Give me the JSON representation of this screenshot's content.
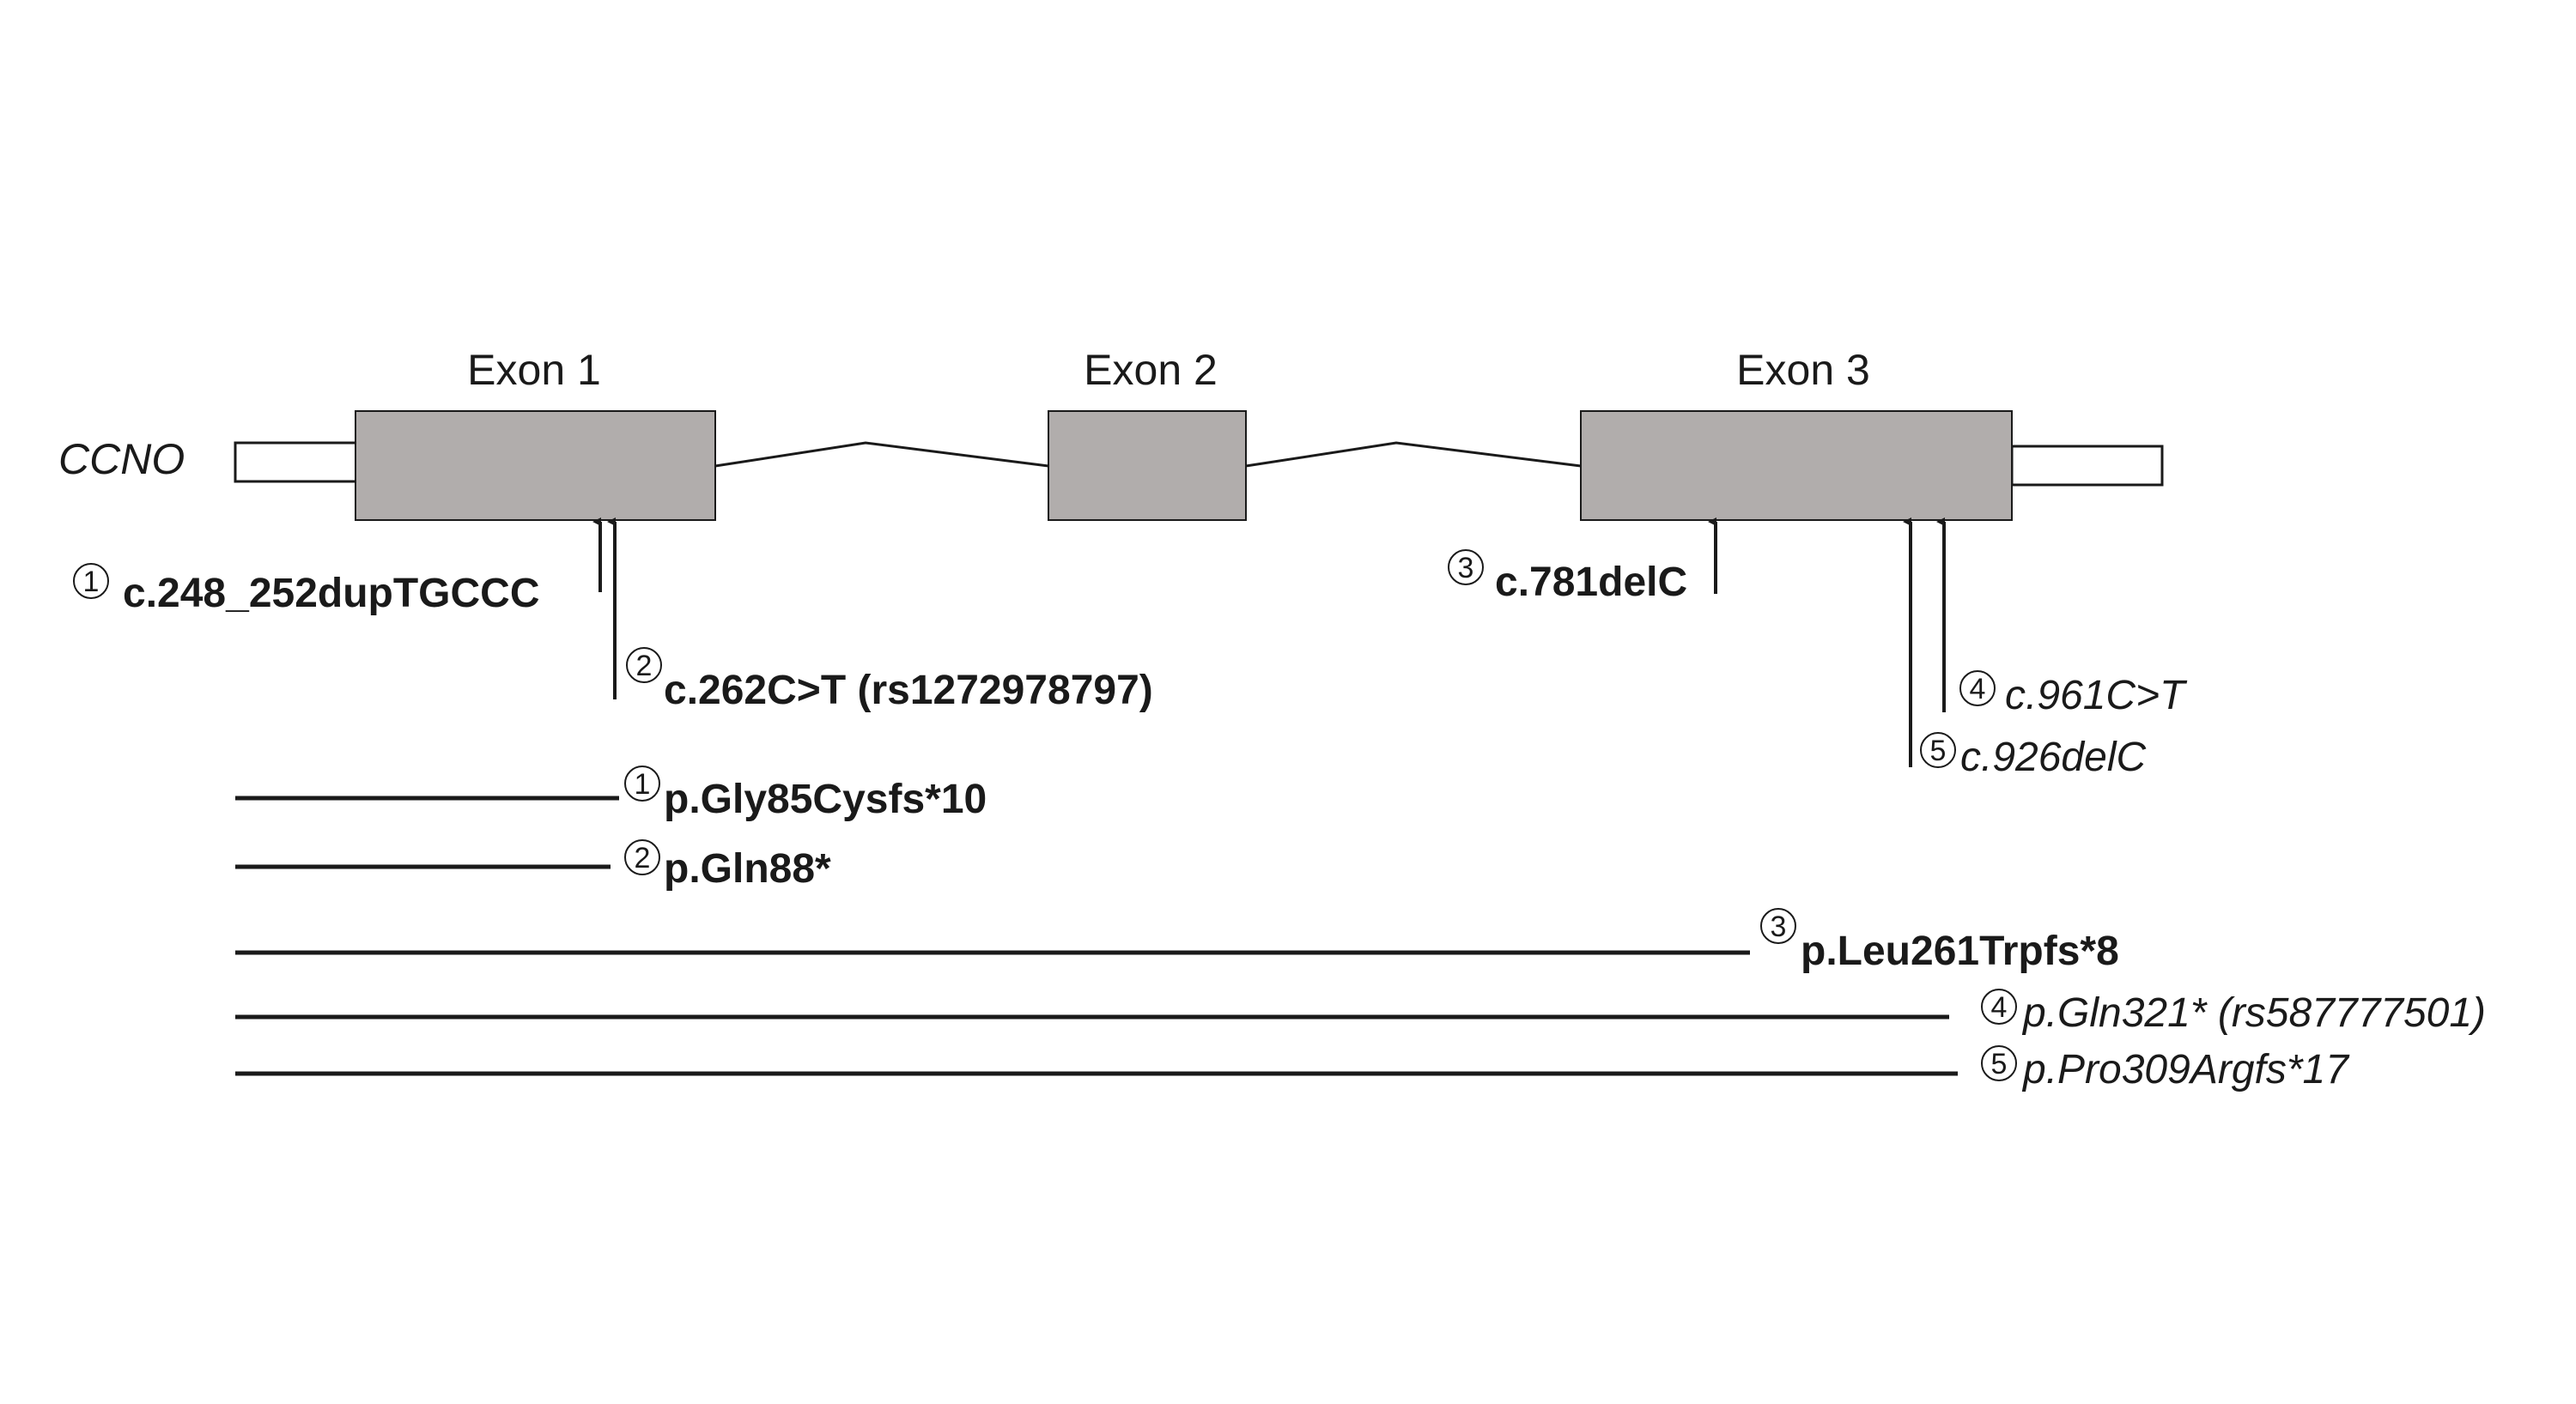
{
  "gene": {
    "name": "CCNO",
    "exon_labels": [
      "Exon 1",
      "Exon 2",
      "Exon 3"
    ]
  },
  "colors": {
    "exon_fill": "#b1adac",
    "line": "#1a1a1a",
    "utr_fill": "#ffffff"
  },
  "cdna_variants": [
    {
      "num": "1",
      "label": "c.248_252dupTGCCC",
      "style": "bold"
    },
    {
      "num": "2",
      "label": "c.262C>T (rs1272978797)",
      "style": "bold"
    },
    {
      "num": "3",
      "label": "c.781delC",
      "style": "bold"
    },
    {
      "num": "4",
      "label": "c.961C>T",
      "style": "italic"
    },
    {
      "num": "5",
      "label": "c.926delC",
      "style": "italic"
    }
  ],
  "protein_variants": [
    {
      "num": "1",
      "label": "p.Gly85Cysfs*10",
      "style": "bold"
    },
    {
      "num": "2",
      "label": "p.Gln88*",
      "style": "bold"
    },
    {
      "num": "3",
      "label": "p.Leu261Trpfs*8",
      "style": "bold"
    },
    {
      "num": "4",
      "label": "p.Gln321* (rs587777501)",
      "style": "italic"
    },
    {
      "num": "5",
      "label": "p.Pro309Argfs*17",
      "style": "italic"
    }
  ]
}
